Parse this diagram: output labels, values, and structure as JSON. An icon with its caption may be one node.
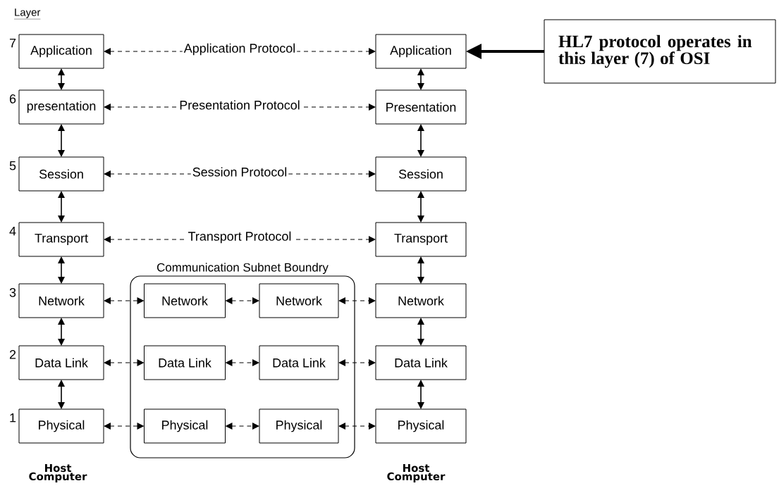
{
  "diagram": {
    "nodes": [
      {
        "text": [
          "Application"
        ],
        "beside": [
          "7"
        ]
      },
      {
        "text": [
          "presentation"
        ],
        "beside": [
          "6"
        ]
      },
      {
        "text": [
          "Session"
        ],
        "beside": [
          "5"
        ]
      },
      {
        "text": [
          "Transport"
        ],
        "beside": [
          "4"
        ]
      },
      {
        "text": [
          "Network"
        ],
        "beside": [
          "3"
        ]
      },
      {
        "text": [
          "Data Link"
        ],
        "beside": [
          "2"
        ]
      },
      {
        "text": [
          "Physical"
        ],
        "beside": [
          "1"
        ]
      },
      {
        "text": [
          "Application"
        ]
      },
      {
        "text": [
          "Presentation"
        ]
      },
      {
        "text": [
          "Session"
        ]
      },
      {
        "text": [
          "Transport"
        ]
      },
      {
        "text": [
          "Network"
        ]
      },
      {
        "text": [
          "Data Link"
        ]
      },
      {
        "text": [
          "Physical"
        ]
      },
      {
        "text": [
          "HL7 protocol operates in this layer (7) of OSI"
        ]
      },
      {
        "text": [
          "Communication Subnet Boundry"
        ]
      },
      {
        "text": [
          "Network"
        ],
        "in": 15
      },
      {
        "text": [
          "Network"
        ],
        "in": 15
      },
      {
        "text": [
          "Data Link"
        ],
        "in": 15
      },
      {
        "text": [
          "Data Link"
        ],
        "in": 15
      },
      {
        "text": [
          "Physical"
        ],
        "in": 15
      },
      {
        "text": [
          "Physical"
        ],
        "in": 15
      }
    ],
    "edges": [
      {
        "from": 0,
        "to": 7,
        "arrow": "both",
        "style": "dashed",
        "label": "Application Protocol"
      },
      {
        "from": 1,
        "to": 8,
        "arrow": "both",
        "style": "dashed",
        "label": "Presentation Protocol"
      },
      {
        "from": 2,
        "to": 9,
        "arrow": "both",
        "style": "dashed",
        "label": "Session Protocol"
      },
      {
        "from": 3,
        "to": 10,
        "arrow": "both",
        "style": "dashed",
        "label": "Transport Protocol"
      },
      {
        "from": 4,
        "to": 16,
        "arrow": "both",
        "style": "dashed"
      },
      {
        "from": 16,
        "to": 17,
        "arrow": "both",
        "style": "dashed"
      },
      {
        "from": 17,
        "to": 11,
        "arrow": "both",
        "style": "dashed"
      },
      {
        "from": 5,
        "to": 18,
        "arrow": "both",
        "style": "dashed"
      },
      {
        "from": 18,
        "to": 19,
        "arrow": "both",
        "style": "dashed"
      },
      {
        "from": 19,
        "to": 12,
        "arrow": "both",
        "style": "dashed"
      },
      {
        "from": 6,
        "to": 20,
        "arrow": "both",
        "style": "dashed"
      },
      {
        "from": 20,
        "to": 21,
        "arrow": "both",
        "style": "dashed"
      },
      {
        "from": 21,
        "to": 13,
        "arrow": "both",
        "style": "dashed"
      },
      {
        "from": 0,
        "to": 1,
        "arrow": "both"
      },
      {
        "from": 1,
        "to": 2,
        "arrow": "both"
      },
      {
        "from": 2,
        "to": 3,
        "arrow": "both"
      },
      {
        "from": 3,
        "to": 4,
        "arrow": "both"
      },
      {
        "from": 4,
        "to": 5,
        "arrow": "both"
      },
      {
        "from": 5,
        "to": 6,
        "arrow": "both"
      },
      {
        "from": 7,
        "to": 8,
        "arrow": "both"
      },
      {
        "from": 8,
        "to": 9,
        "arrow": "both"
      },
      {
        "from": 9,
        "to": 10,
        "arrow": "both"
      },
      {
        "from": 10,
        "to": 11,
        "arrow": "both"
      },
      {
        "from": 11,
        "to": 12,
        "arrow": "both"
      },
      {
        "from": 12,
        "to": 13,
        "arrow": "both"
      },
      {
        "from": 14,
        "to": 7,
        "arrow": "to",
        "style": "thick"
      }
    ],
    "labels": [
      "Layer",
      "Host Computer",
      "Host Computer"
    ]
  }
}
